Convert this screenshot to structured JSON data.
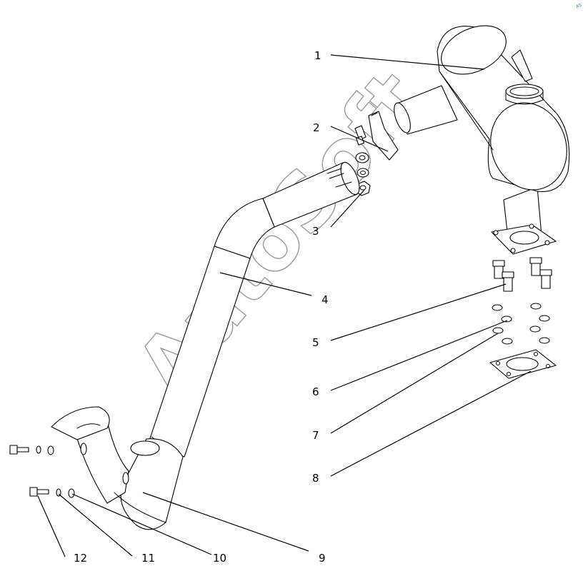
{
  "callouts": [
    {
      "num": "1"
    },
    {
      "num": "2"
    },
    {
      "num": "3"
    },
    {
      "num": "4"
    },
    {
      "num": "5"
    },
    {
      "num": "6"
    },
    {
      "num": "7"
    },
    {
      "num": "8"
    },
    {
      "num": "9"
    },
    {
      "num": "10"
    },
    {
      "num": "11"
    },
    {
      "num": "12"
    }
  ],
  "watermark": "AutoSoft",
  "corner_mark": "AS"
}
